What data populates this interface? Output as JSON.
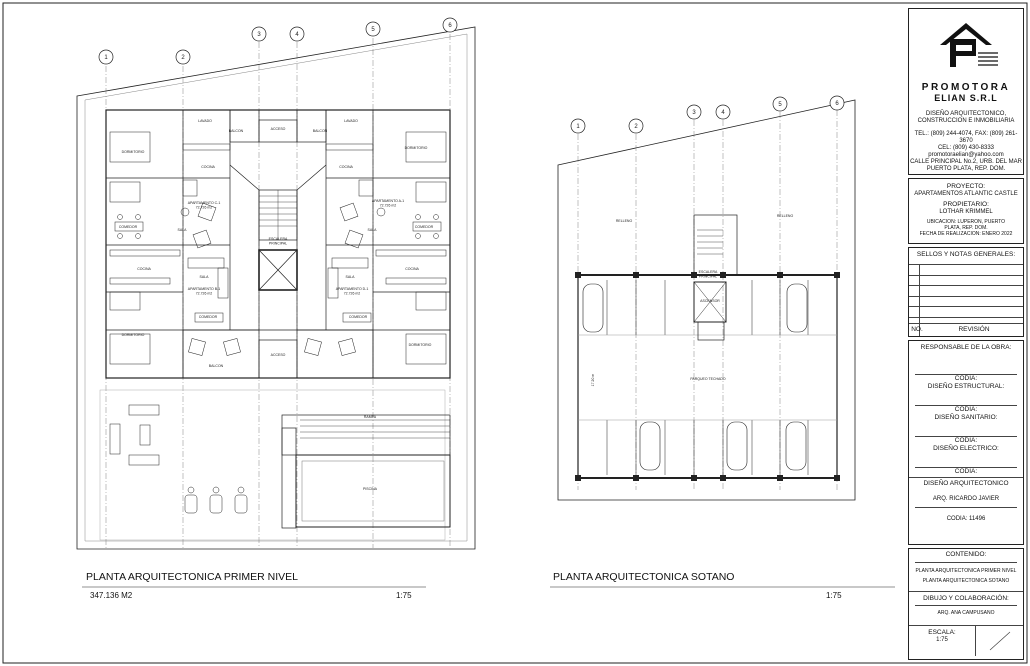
{
  "left_plan": {
    "title": "PLANTA ARQUITECTONICA PRIMER NIVEL",
    "area": "347.136 M2",
    "scale": "1:75",
    "grid_labels": [
      "1",
      "2",
      "3",
      "4",
      "5",
      "6"
    ],
    "rooms": {
      "lavado": "LAVADO",
      "balcon": "BALCON",
      "acceso": "ACCESO",
      "dormitorio": "DORMITORIO",
      "cocina": "COCINA",
      "comedor": "COMEDOR",
      "sala": "SALA",
      "apto_c1": "APARTAMENTO C-1\n72.726 m2",
      "apto_a1": "APARTAMENTO A-1\n72.726 m2",
      "apto_b1": "APARTAMENTO B-1\n72.726 m2",
      "apto_d1": "APARTAMENTO D-1\n72.726 m2",
      "escalera": "ESCALERA\nPRINCIPAL",
      "rampa": "RAMPA",
      "piscina": "PISCINA"
    }
  },
  "right_plan": {
    "title": "PLANTA ARQUITECTONICA  SOTANO",
    "scale": "1:75",
    "grid_labels": [
      "1",
      "2",
      "3",
      "4",
      "5",
      "6"
    ],
    "rooms": {
      "relleno": "RELLENO",
      "escalera": "ESCALERA\nPRINCIPAL",
      "ascensor": "ASCENSOR",
      "parqueo": "PARQUEO TECHADO",
      "dim": "17.20 m"
    }
  },
  "title_block": {
    "company_line1": "PROMOTORA",
    "company_line2": "ELIAN S.R.L",
    "company_desc": [
      "DISEÑO ARQUITECTONICO,",
      "CONSTRUCCION E INMOBILIARIA"
    ],
    "contact": [
      "TEL.: (809) 244-4074, FAX: (809) 261-3670",
      "CEL: (809) 430-8333",
      "promotoraelian@yahoo.com",
      "CALLE PRINCIPAL No.2, URB. DEL MAR",
      "PUERTO PLATA, REP. DOM."
    ],
    "proyecto_label": "PROYECTO:",
    "proyecto": "APARTAMENTOS ATLANTIC CASTLE",
    "propietario_label": "PROPIETARIO:",
    "propietario": "LOTHAR  KRIMMEL",
    "ubicacion": [
      "UBICACION: LUPERON, PUERTO",
      "PLATA, REP. DOM.",
      "FECHA DE REALIZACION: ENERO 2022"
    ],
    "sellos": "SELLOS Y NOTAS GENERALES:",
    "no": "NO.",
    "revision": "REVISIÓN",
    "responsable": "RESPONSABLE DE LA OBRA:",
    "codia": "CODIA:",
    "estructural": "DISEÑO ESTRUCTURAL:",
    "sanitario": "DISEÑO SANITARIO:",
    "electrico": "DISEÑO ELECTRICO:",
    "arquitectonico": "DISEÑO ARQUITECTONICO",
    "arquitecto": "ARQ. RICARDO JAVIER",
    "codia_num": "CODIA: 11496",
    "contenido_label": "CONTENIDO:",
    "contenido": [
      "PLANTA ARQUITECTONICA  PRIMER NIVEL",
      "PLANTA ARQUITECTONICA SOTANO"
    ],
    "dibujo_label": "DIBUJO Y COLABORACIÓN:",
    "dibujo": "ARQ. ANA CAMPUSANO",
    "escala_label": "ESCALA:",
    "escala": "1:75"
  }
}
